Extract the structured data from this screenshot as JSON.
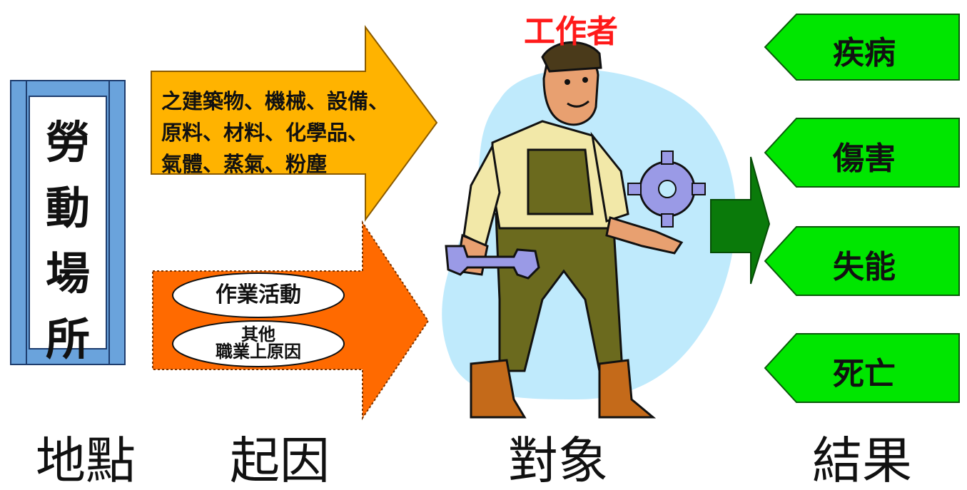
{
  "workplace": {
    "label": "勞\n動\n場\n所"
  },
  "cause": {
    "materials_text": "之建築物、機械、設備、\n原料、材料、化學品、\n氣體、蒸氣、粉塵",
    "activity_oval": "作業活動",
    "other_oval_line1": "其他",
    "other_oval_line2": "職業上原因"
  },
  "worker": {
    "title": "工作者"
  },
  "results": [
    {
      "label": "疾病"
    },
    {
      "label": "傷害"
    },
    {
      "label": "失能"
    },
    {
      "label": "死亡"
    }
  ],
  "bottom_labels": {
    "place": "地點",
    "cause": "起因",
    "target": "對象",
    "result": "結果"
  },
  "colors": {
    "scroll_blue": "#6aa3dc",
    "arrow_yellow": "#ffb300",
    "arrow_orange": "#ff6a00",
    "result_green": "#00e600",
    "dark_green": "#0a7a0a",
    "title_red": "#ff1a1a",
    "halo_blue": "#bfeafc"
  }
}
